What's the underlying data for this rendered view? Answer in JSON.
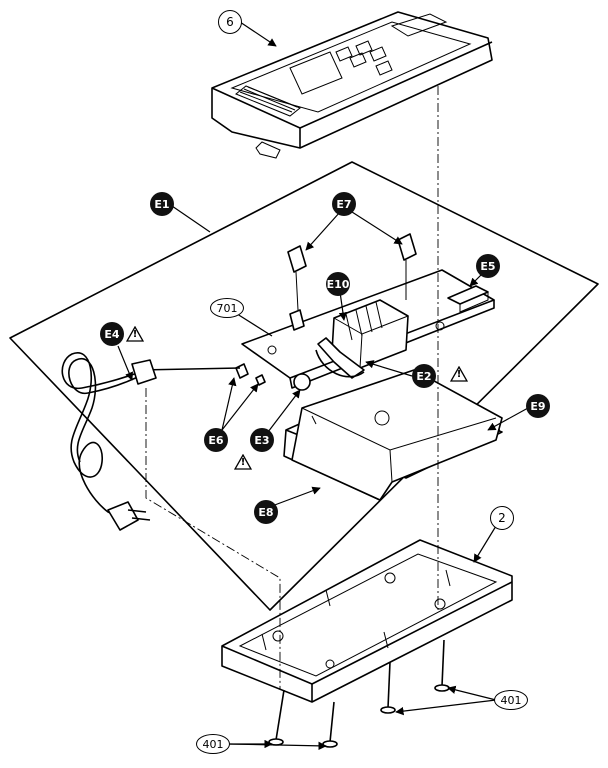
{
  "callouts": {
    "part_6": "6",
    "e1": "E1",
    "e7": "E7",
    "e5": "E5",
    "e10": "E10",
    "part_701": "701",
    "e4": "E4",
    "e2": "E2",
    "e9": "E9",
    "e6": "E6",
    "e3": "E3",
    "e8": "E8",
    "part_2": "2",
    "part_401_right": "401",
    "part_401_left": "401"
  },
  "warning_symbol": "!",
  "icons": {
    "warning": "warning-triangle-icon",
    "arrow": "arrow-icon"
  },
  "colors": {
    "ink": "#000000",
    "paper": "#ffffff",
    "badge": "#111111"
  }
}
